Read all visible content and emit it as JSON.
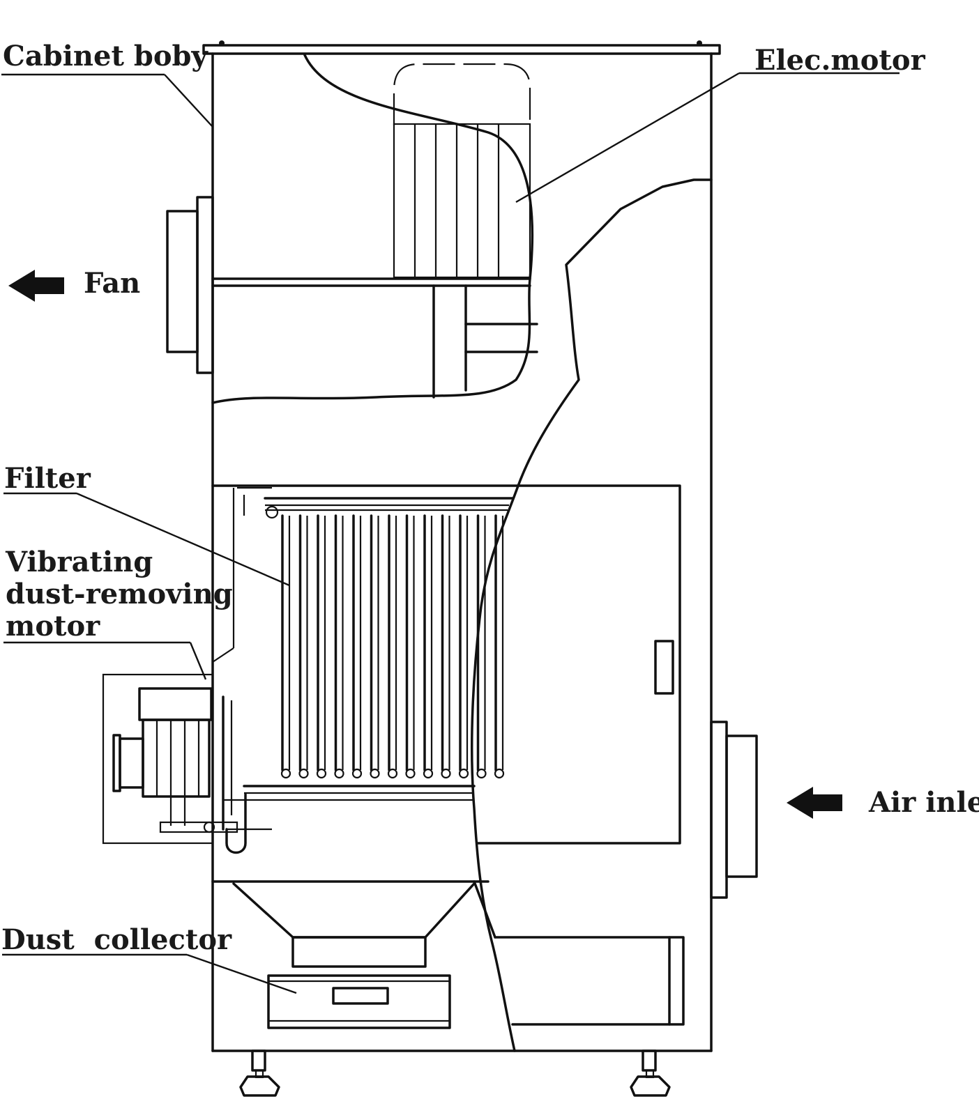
{
  "labels": {
    "cabinet_body": "Cabinet boby",
    "elec_motor": "Elec.motor",
    "fan": "Fan",
    "filter": "Filter",
    "vibrating_motor_line1": "Vibrating",
    "vibrating_motor_line2": "dust-removing",
    "vibrating_motor_line3": "motor",
    "dust_collector": "Dust  collector",
    "air_inlet": "Air inlet"
  },
  "colors": {
    "ink": "#111111",
    "background": "#ffffff"
  },
  "icons": {
    "fan_arrow": "arrow-left-icon",
    "air_inlet_arrow": "arrow-left-icon"
  }
}
